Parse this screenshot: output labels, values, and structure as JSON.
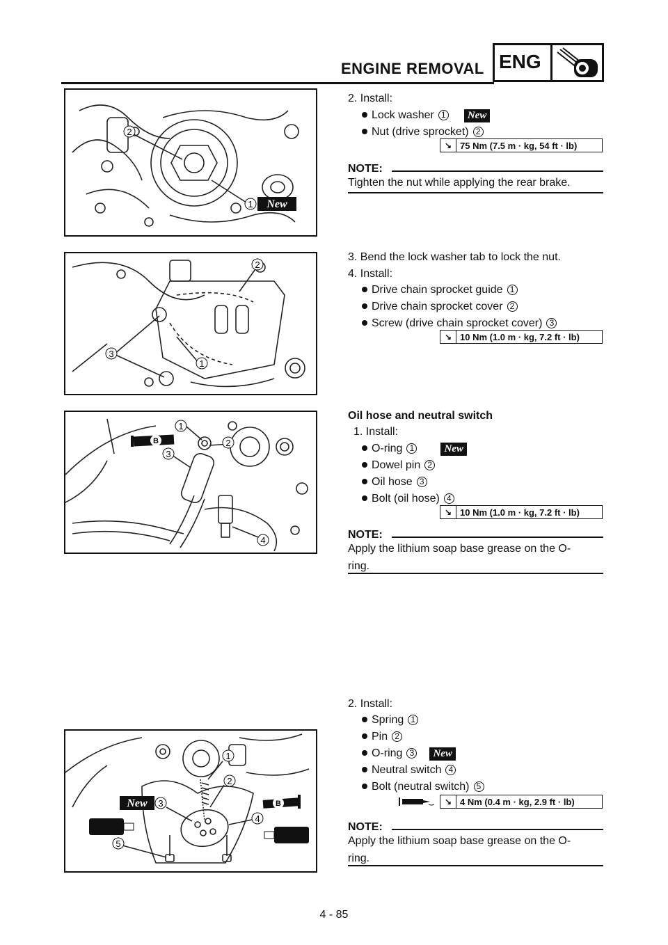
{
  "header": {
    "title": "ENGINE REMOVAL",
    "badge": "ENG",
    "icon": "engine-wrench-icon"
  },
  "figures": [
    {
      "callouts": [
        "1",
        "2"
      ],
      "new_label": "New"
    },
    {
      "callouts": [
        "1",
        "2",
        "3"
      ]
    },
    {
      "callouts": [
        "1",
        "2",
        "3",
        "4"
      ],
      "grease_label": "B"
    },
    {
      "callouts": [
        "1",
        "2",
        "3",
        "4",
        "5"
      ],
      "new_label": "New",
      "grease_label": "B"
    }
  ],
  "block1": {
    "step": "2. Install:",
    "items": [
      {
        "text": "Lock washer",
        "num": "1",
        "new": "New"
      },
      {
        "text": "Nut (drive sprocket)",
        "num": "2"
      }
    ],
    "torque": "75 Nm (7.5 m · kg, 54 ft · lb)",
    "note_label": "NOTE:",
    "note": "Tighten the nut while applying the rear brake."
  },
  "block2": {
    "step3": "3. Bend the lock washer tab to lock the nut.",
    "step4": "4. Install:",
    "items": [
      {
        "text": "Drive chain sprocket guide",
        "num": "1"
      },
      {
        "text": "Drive chain sprocket cover",
        "num": "2"
      },
      {
        "text": "Screw (drive chain sprocket cover)",
        "num": "3"
      }
    ],
    "torque": "10 Nm (1.0 m · kg, 7.2 ft · lb)"
  },
  "block3": {
    "heading": "Oil hose and neutral switch",
    "step": "1. Install:",
    "items": [
      {
        "text": "O-ring",
        "num": "1",
        "new": "New"
      },
      {
        "text": "Dowel pin",
        "num": "2"
      },
      {
        "text": "Oil hose",
        "num": "3"
      },
      {
        "text": "Bolt (oil hose)",
        "num": "4"
      }
    ],
    "torque": "10 Nm (1.0 m · kg, 7.2 ft · lb)",
    "note_label": "NOTE:",
    "note_line1": "Apply the lithium soap base grease on the O-",
    "note_line2": "ring."
  },
  "block4": {
    "step": "2. Install:",
    "items": [
      {
        "text": "Spring",
        "num": "1"
      },
      {
        "text": "Pin",
        "num": "2"
      },
      {
        "text": "O-ring",
        "num": "3",
        "new": "New"
      },
      {
        "text": "Neutral switch",
        "num": "4"
      },
      {
        "text": "Bolt (neutral switch)",
        "num": "5"
      }
    ],
    "torque": "4 Nm (0.4 m · kg, 2.9 ft · lb)",
    "note_label": "NOTE:",
    "note_line1": "Apply the lithium soap base grease on the O-",
    "note_line2": "ring."
  },
  "page_number": "4 - 85"
}
